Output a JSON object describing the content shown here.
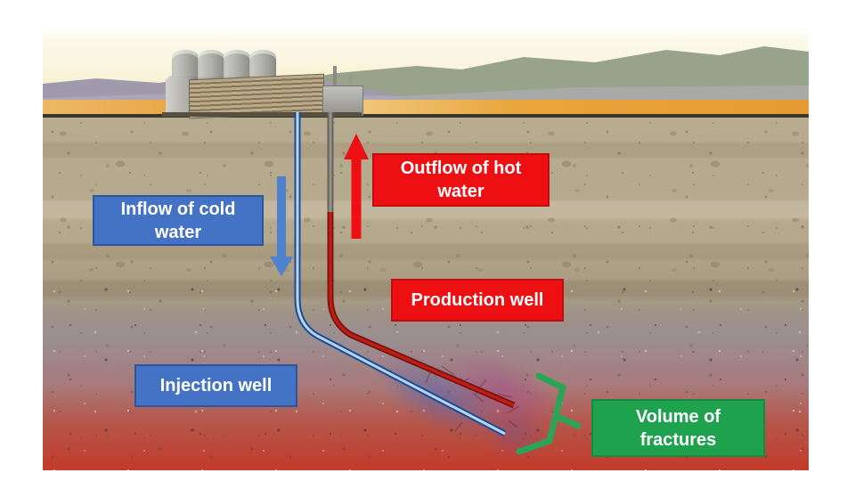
{
  "figure": {
    "type": "geothermal-energy-system-diagram",
    "labels": {
      "inflow": "Inflow of cold water",
      "outflow": "Outflow of hot water",
      "production": "Production well",
      "injection": "Injection well",
      "fractures": "Volume of fractures"
    },
    "colors": {
      "label_blue_bg": "#4472c4",
      "label_blue_border": "#2b579a",
      "label_red_bg": "#ee0f12",
      "label_red_border": "#c00d0d",
      "label_green_bg": "#1fa24e",
      "label_green_border": "#178a42",
      "label_text": "#ffffff",
      "arrow_cold": "#4e82cc",
      "arrow_hot": "#ee0f12",
      "injection_well_outer": "#1c4d92",
      "injection_well_inner": "#b9d3ee",
      "production_well_outer": "#7a150f",
      "production_well_inner": "#c41e14",
      "production_casing_outer": "#63635c",
      "production_casing_inner": "#93938c",
      "bracket_green": "#2aa557"
    }
  }
}
